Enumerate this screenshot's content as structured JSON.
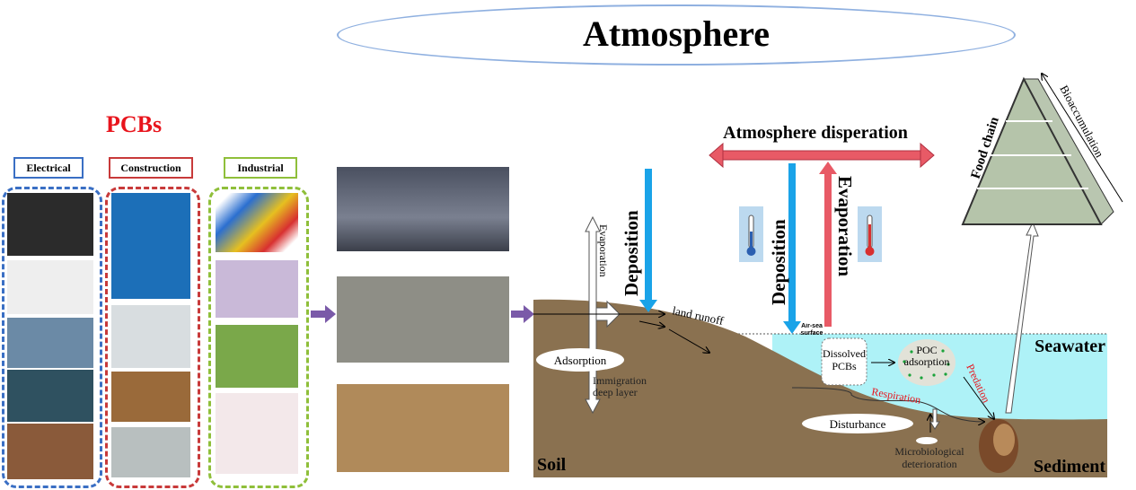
{
  "title": "Atmosphere",
  "pcbs": {
    "heading": "PCBs",
    "categories": [
      {
        "label": "Electrical",
        "color": "#3a6fc4"
      },
      {
        "label": "Construction",
        "color": "#c83a3a"
      },
      {
        "label": "Industrial",
        "color": "#8fbf3a"
      }
    ]
  },
  "process": {
    "atmosphere_dispersion": "Atmosphere disperation",
    "deposition_land": "Deposition",
    "evaporation_land": "Evaporation",
    "deposition_sea": "Deposition",
    "evaporation_sea": "Evaporation",
    "land_runoff": "land runoff",
    "air_sea_surface": "Air-sea surface",
    "adsorption": "Adsorption",
    "immigration": "Immigration deep layer",
    "dissolved": "Dissolved PCBs",
    "poc": "POC adsorption",
    "respiration": "Respiration",
    "predation": "Predation",
    "disturbance": "Disturbance",
    "microbio": "Microbiological deterioration",
    "soil": "Soil",
    "seawater": "Seawater",
    "sediment": "Sediment",
    "food_chain": "Food chain",
    "bioaccumulation": "Bioaccumulation"
  },
  "colors": {
    "soil": "#8a7150",
    "water": "#aef2f7",
    "blue_arrow": "#1aa3e8",
    "red_arrow": "#e85a66",
    "purple": "#7a5aa8"
  }
}
